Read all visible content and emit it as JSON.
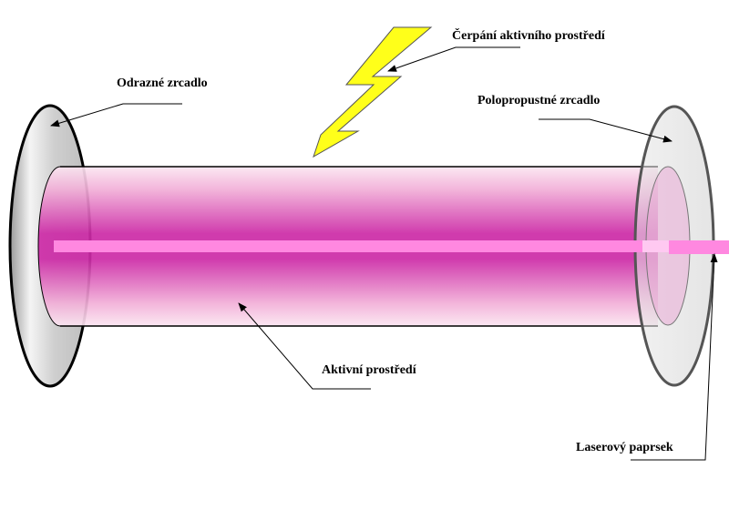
{
  "labels": {
    "reflective_mirror": "Odrazné zrcadlo",
    "pumping": "Čerpání aktivního prostředí",
    "semi_transparent_mirror": "Polopropustné zrcadlo",
    "active_medium": "Aktivní prostředí",
    "laser_beam": "Laserový paprsek"
  },
  "colors": {
    "medium_dark": "#cc2aa6",
    "medium_light": "#f7d2e9",
    "beam": "#ff88e0",
    "bolt": "#ffff1a",
    "mirror": "#d0d0d0",
    "outline": "#000000"
  }
}
